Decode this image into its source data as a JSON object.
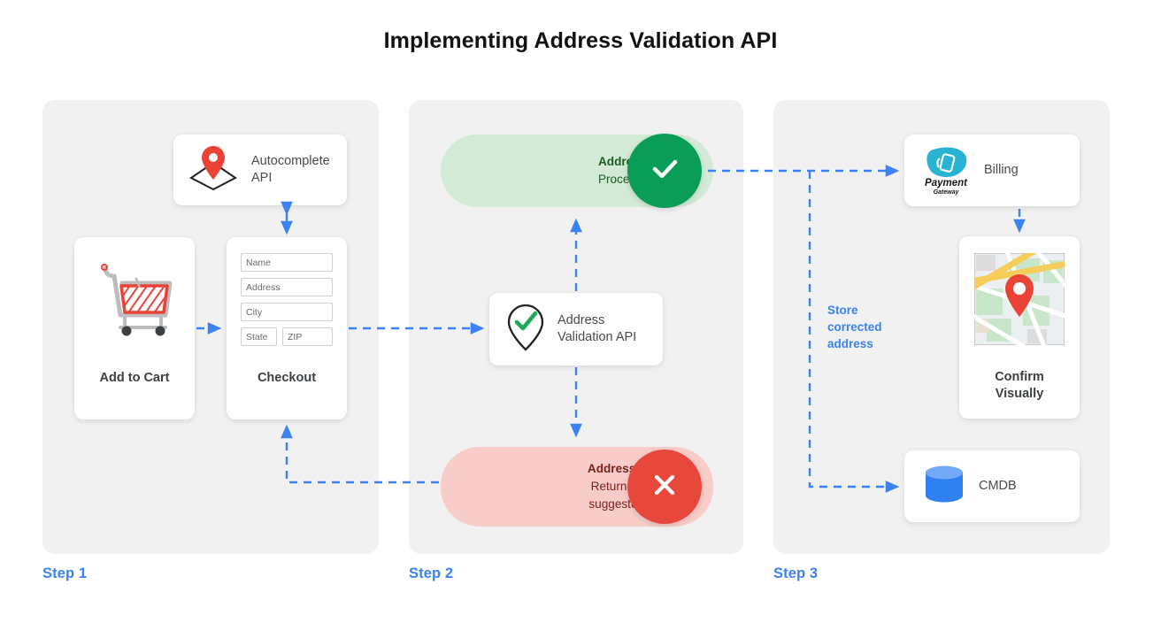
{
  "page": {
    "title": "Implementing Address Validation API",
    "accent_blue": "#3b82f6",
    "valid_green": "#0a9d57",
    "invalid_red": "#e8473b",
    "panel_bg": "#f1f1f1"
  },
  "steps": [
    {
      "label": "Step 1"
    },
    {
      "label": "Step 2"
    },
    {
      "label": "Step 3"
    }
  ],
  "step1": {
    "autocomplete_card": {
      "label_line1": "Autocomplete",
      "label_line2": "API",
      "icon": "map-pin-envelope-icon"
    },
    "cart_card": {
      "caption": "Add to Cart",
      "icon": "shopping-cart-icon"
    },
    "checkout_card": {
      "caption": "Checkout",
      "fields": [
        {
          "name": "name-field",
          "placeholder": "Name"
        },
        {
          "name": "address-field",
          "placeholder": "Address"
        },
        {
          "name": "city-field",
          "placeholder": "City"
        }
      ],
      "field_row": [
        {
          "name": "state-field",
          "placeholder": "State"
        },
        {
          "name": "zip-field",
          "placeholder": "ZIP"
        }
      ]
    }
  },
  "step2": {
    "valid_pill": {
      "headline": "Address is valid.",
      "detail": "Proceed to billing.",
      "icon": "check-icon",
      "bg": "#d3ead7"
    },
    "validation_card": {
      "label_line1": "Address",
      "label_line2": "Validation API",
      "icon": "map-pin-check-icon"
    },
    "invalid_pill": {
      "headline": "Address is invalid.",
      "detail_line1": "Return with Google",
      "detail_line2": "suggested address.",
      "icon": "close-icon",
      "bg": "#f7ccc9"
    }
  },
  "step3": {
    "billing_card": {
      "label": "Billing",
      "logo_line1": "Payment",
      "logo_line2": "Gateway",
      "icon": "payment-gateway-logo"
    },
    "confirm_card": {
      "caption_line1": "Confirm",
      "caption_line2": "Visually",
      "icon": "map-thumbnail-icon"
    },
    "cmdb_card": {
      "label": "CMDB",
      "icon": "database-icon"
    },
    "store_note": "Store corrected address"
  }
}
